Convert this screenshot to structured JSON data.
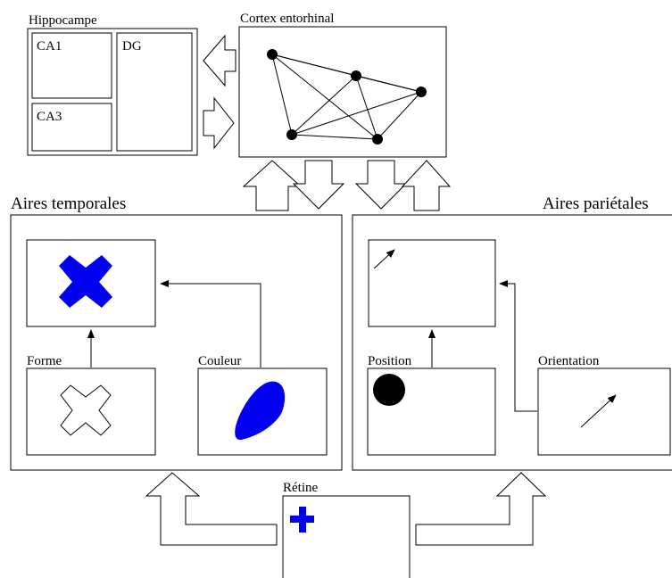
{
  "hippocampus": {
    "title": "Hippocampe",
    "ca1": "CA1",
    "dg": "DG",
    "ca3": "CA3"
  },
  "cortex": {
    "title": "Cortex entorhinal"
  },
  "temporal": {
    "title": "Aires temporales",
    "shape_label": "Forme",
    "color_label": "Couleur"
  },
  "parietal": {
    "title": "Aires pariétales",
    "position_label": "Position",
    "orientation_label": "Orientation"
  },
  "retina": {
    "title": "Rétine"
  },
  "colors": {
    "object_fill": "#0000ee",
    "stroke": "#000000",
    "dot": "#000000"
  }
}
